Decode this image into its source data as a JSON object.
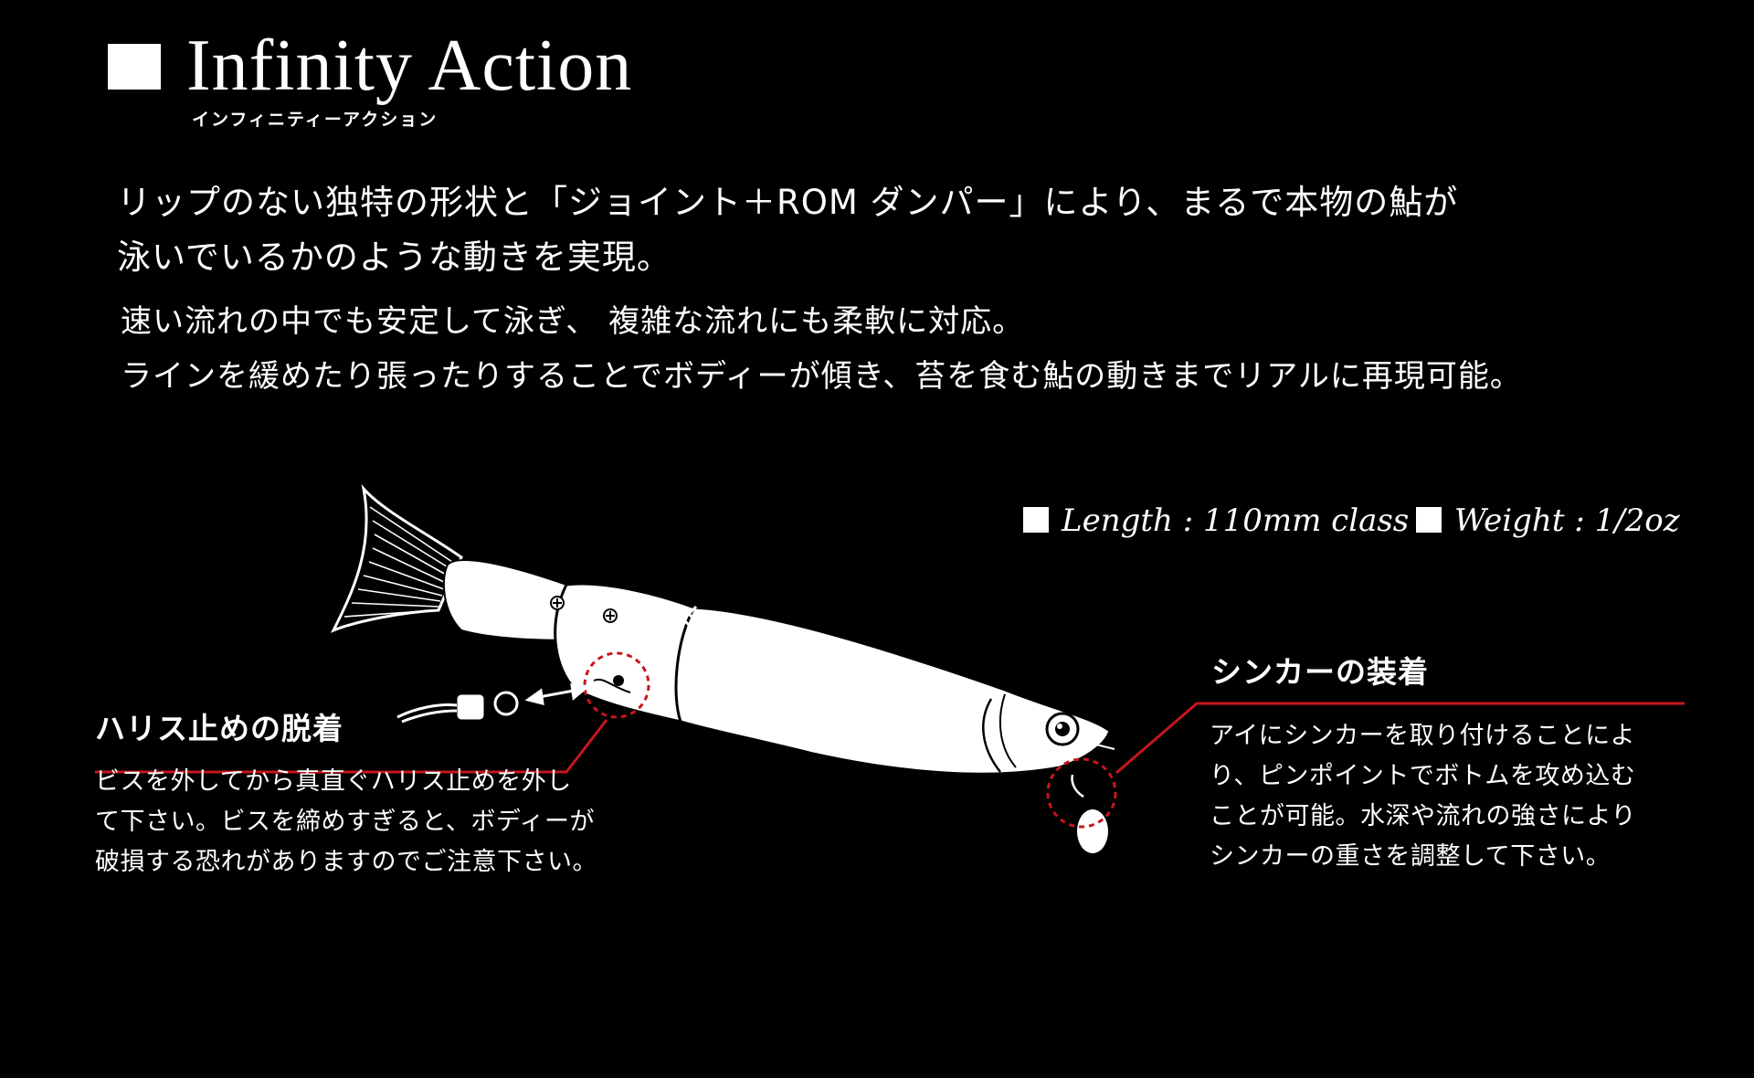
{
  "header": {
    "title": "Infinity Action",
    "subtitle": "インフィニティーアクション"
  },
  "intro": {
    "lead_line1": "リップのない独特の形状と「ジョイント＋ROM ダンパー」により、まるで本物の鮎が",
    "lead_line2": "泳いでいるかのような動きを実現。",
    "body_line1": "速い流れの中でも安定して泳ぎ、 複雑な流れにも柔軟に対応。",
    "body_line2": "ラインを緩めたり張ったりすることでボディーが傾き、苔を食む鮎の動きまでリアルに再現可能。"
  },
  "specs": {
    "length": "Length : 110mm class",
    "weight": "Weight : 1/2oz"
  },
  "left_callout": {
    "heading": "ハリス止めの脱着",
    "lines": [
      "ビスを外してから真直ぐハリス止めを外し",
      "て下さい。ビスを締めすぎると、ボディーが",
      "破損する恐れがありますのでご注意下さい。"
    ]
  },
  "right_callout": {
    "heading": "シンカーの装着",
    "lines": [
      "アイにシンカーを取り付けることによ",
      "り、ピンポイントでボトムを攻め込む",
      "ことが可能。水深や流れの強さにより",
      "シンカーの重さを調整して下さい。"
    ]
  },
  "colors": {
    "background": "#000000",
    "text": "#ffffff",
    "accent_line": "#c8161d"
  },
  "icons": {
    "title_marker": "white-square-icon",
    "spec_marker": "white-square-icon"
  }
}
